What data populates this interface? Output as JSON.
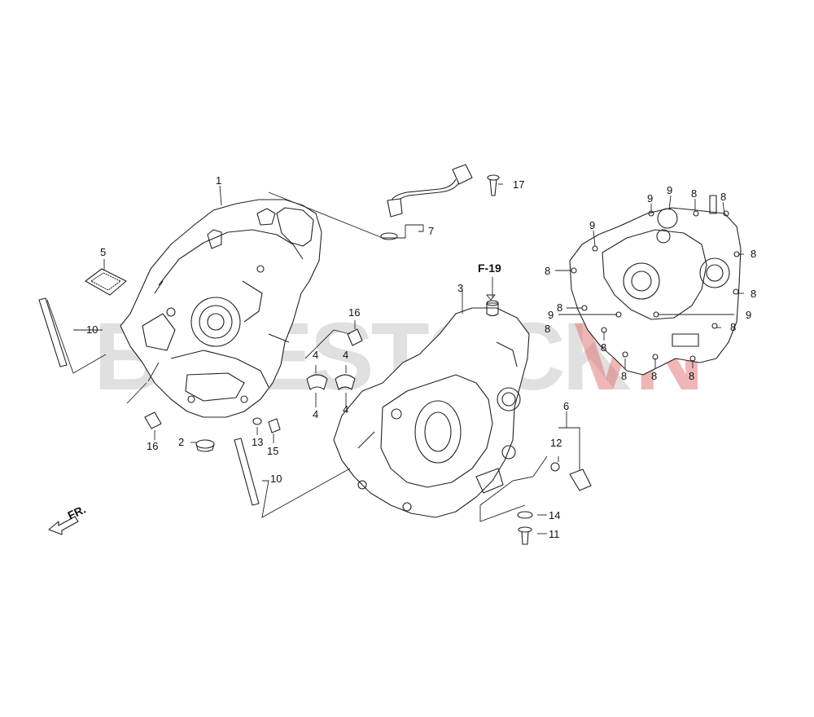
{
  "watermark": {
    "main": "BIKESTOCK",
    "accent": "VN"
  },
  "reference": {
    "label": "F-19"
  },
  "direction": {
    "label": "FR."
  },
  "callouts": [
    {
      "id": "c1",
      "label": "1"
    },
    {
      "id": "c2",
      "label": "2"
    },
    {
      "id": "c3",
      "label": "3"
    },
    {
      "id": "c4a",
      "label": "4"
    },
    {
      "id": "c4b",
      "label": "4"
    },
    {
      "id": "c4c",
      "label": "4"
    },
    {
      "id": "c4d",
      "label": "4"
    },
    {
      "id": "c5",
      "label": "5"
    },
    {
      "id": "c6",
      "label": "6"
    },
    {
      "id": "c7",
      "label": "7"
    },
    {
      "id": "c10a",
      "label": "10"
    },
    {
      "id": "c10b",
      "label": "10"
    },
    {
      "id": "c11",
      "label": "11"
    },
    {
      "id": "c12",
      "label": "12"
    },
    {
      "id": "c13",
      "label": "13"
    },
    {
      "id": "c14",
      "label": "14"
    },
    {
      "id": "c15",
      "label": "15"
    },
    {
      "id": "c16a",
      "label": "16"
    },
    {
      "id": "c16b",
      "label": "16"
    },
    {
      "id": "c17",
      "label": "17"
    }
  ],
  "cover_callouts": [
    {
      "id": "r9a",
      "label": "9"
    },
    {
      "id": "r9b",
      "label": "9"
    },
    {
      "id": "r8a",
      "label": "8"
    },
    {
      "id": "r8b",
      "label": "8"
    },
    {
      "id": "r9c",
      "label": "9"
    },
    {
      "id": "r8c",
      "label": "8"
    },
    {
      "id": "r8d",
      "label": "8"
    },
    {
      "id": "r8e",
      "label": "8"
    },
    {
      "id": "r8f",
      "label": "8"
    },
    {
      "id": "r9d",
      "label": "9"
    },
    {
      "id": "r9e",
      "label": "9"
    },
    {
      "id": "r8g",
      "label": "8"
    },
    {
      "id": "r8h",
      "label": "8"
    },
    {
      "id": "r8i",
      "label": "8"
    },
    {
      "id": "r8j",
      "label": "8"
    },
    {
      "id": "r8k",
      "label": "8"
    },
    {
      "id": "r8l",
      "label": "8"
    }
  ]
}
